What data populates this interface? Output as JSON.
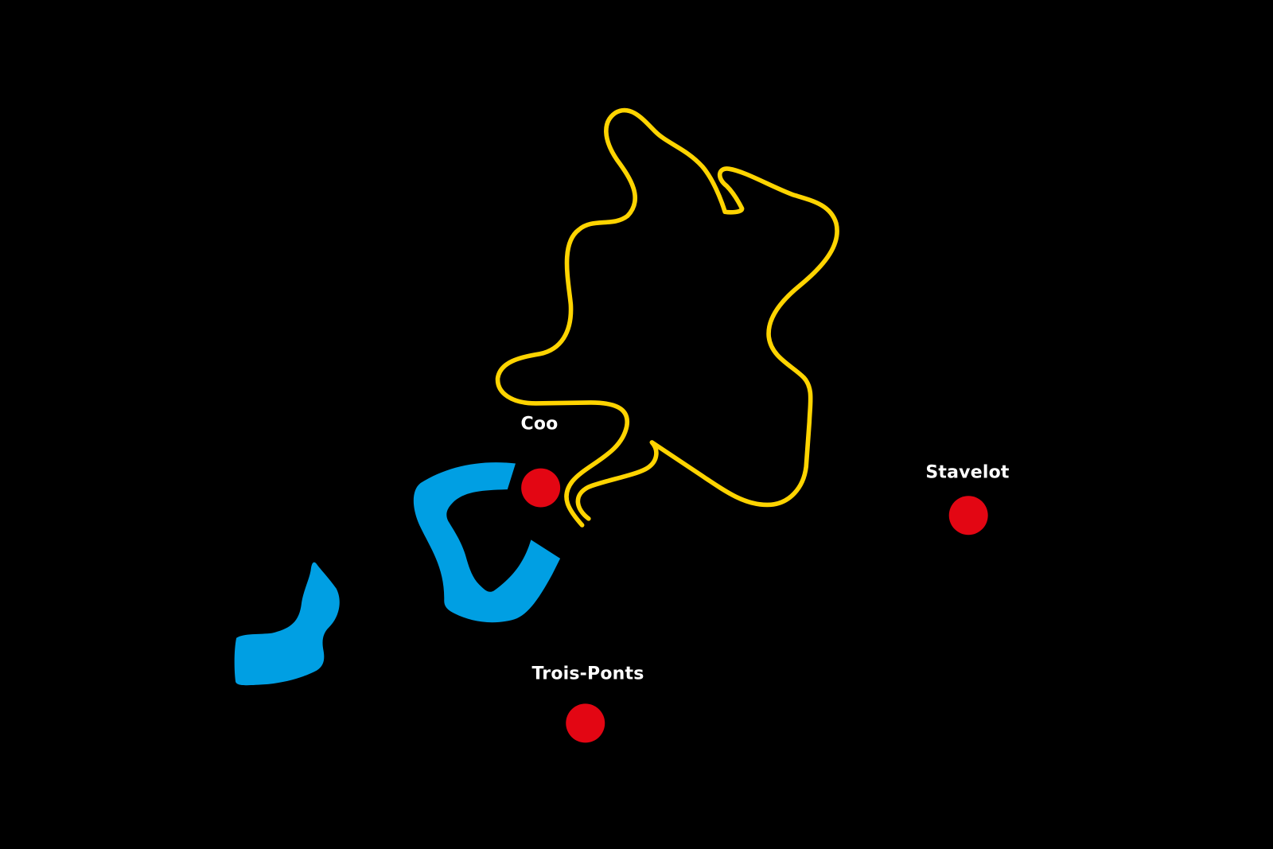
{
  "map": {
    "background_color": "#000000",
    "route_color": "#FFD400",
    "water_color": "#009FE3",
    "town_color": "#E30613",
    "towns": [
      {
        "name": "Coo"
      },
      {
        "name": "Stavelot"
      },
      {
        "name": "Trois-Ponts"
      }
    ]
  }
}
